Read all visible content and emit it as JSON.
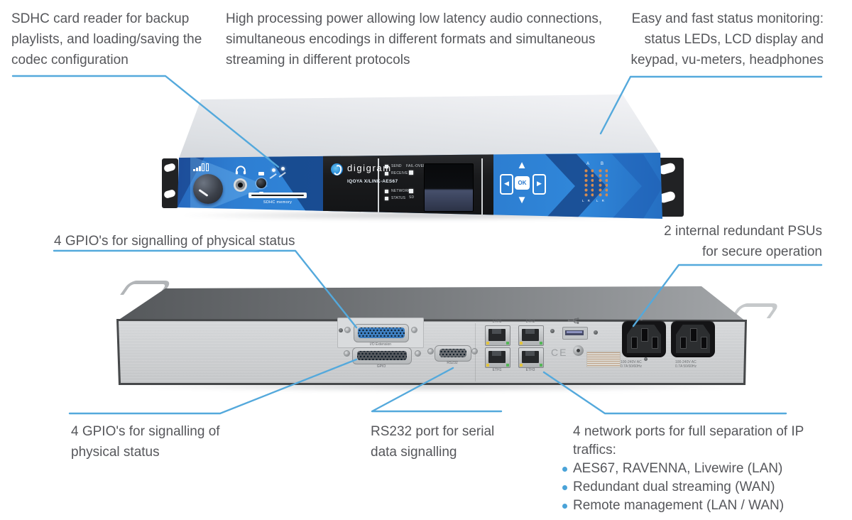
{
  "annotations": {
    "sdhc_reader": "SDHC card reader for backup playlists, and loading/saving the codec configuration",
    "processing_power": "High processing power allowing low latency audio connections, simultaneous encodings in different formats and simultaneous streaming in different protocols",
    "status_monitoring": "Easy and fast status monitoring: status LEDs, LCD display and keypad, vu-meters, headphones",
    "gpio_mid": "4 GPIO's for signalling of physical status",
    "psu": "2 internal redundant PSUs for secure operation",
    "gpio_bottom": "4 GPIO's for signalling of physical status",
    "rs232": "RS232 port for serial data signalling",
    "network": {
      "title": "4 network ports for full separation of IP traffics:",
      "bullets": [
        "AES67, RAVENNA, Livewire (LAN)",
        "Redundant dual streaming (WAN)",
        "Remote management (LAN / WAN)"
      ]
    }
  },
  "front_panel": {
    "brand": "digigram",
    "model": "IQOYA X/LINK-AES67",
    "leds": {
      "send": "SEND",
      "receive": "RECEIVE",
      "failover": "FAIL-OVER",
      "network": "NETWORK",
      "status": "STATUS",
      "sd": "SD"
    },
    "keypad": {
      "up": "▲",
      "down": "▼",
      "left": "◀",
      "right": "▶",
      "ok": "OK"
    },
    "vu_meters": {
      "group_a": "A",
      "group_b": "B",
      "channels": "L R"
    },
    "sdhc_slot": "SDHC memory"
  },
  "rear_panel": {
    "io_extension": "I/O Extension",
    "gpio": "GPIO",
    "rs232": "RS232",
    "eth": [
      "ETH0",
      "ETH1",
      "ETH2",
      "ETH3"
    ],
    "ce_mark": "CE",
    "psu_rating_line1": "100-240V AC",
    "psu_rating_line2": "0.7A 50/60Hz"
  },
  "colors": {
    "callout_line": "#54a9dc",
    "annotation_text": "#56575b",
    "front_panel_blue": "#2e7ed2",
    "front_panel_navy": "#164487",
    "vu_led_amber": "#d58c52"
  }
}
